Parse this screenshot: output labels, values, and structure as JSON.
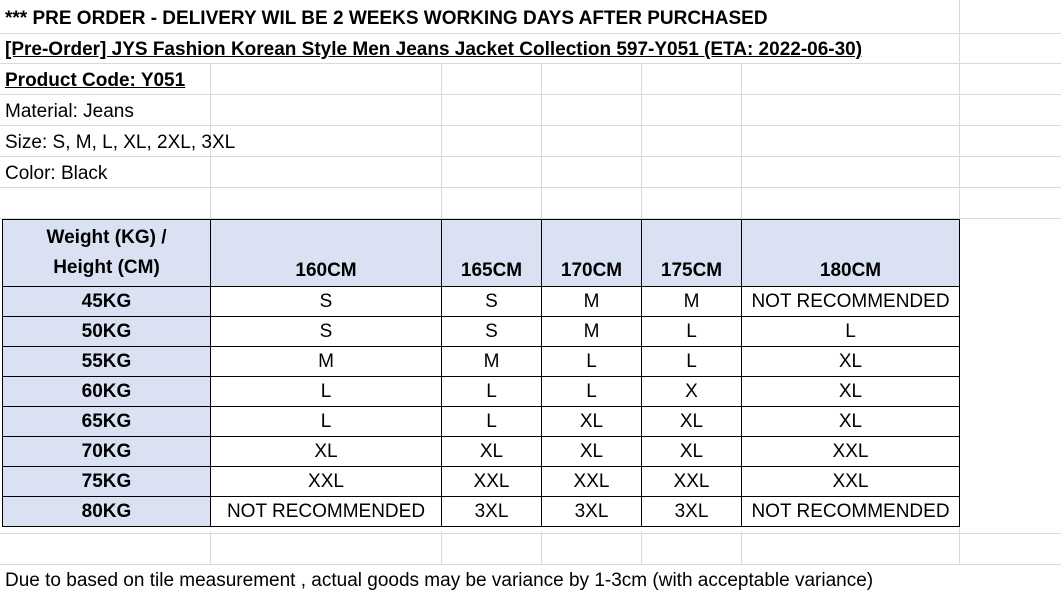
{
  "header": {
    "line1": "*** PRE ORDER - DELIVERY WIL BE 2 WEEKS WORKING DAYS AFTER PURCHASED",
    "line2": "[Pre-Order] JYS Fashion Korean Style Men Jeans Jacket Collection 597-Y051 (ETA: 2022-06-30)"
  },
  "product": {
    "code": "Product Code: Y051",
    "material": "Material: Jeans",
    "size": "Size: S, M, L, XL, 2XL, 3XL",
    "color": "Color: Black"
  },
  "size_table": {
    "corner_line1": "Weight (KG) /",
    "corner_line2": "Height (CM)",
    "heights": [
      "160CM",
      "165CM",
      "170CM",
      "175CM",
      "180CM"
    ],
    "rows": [
      {
        "weight": "45KG",
        "sizes": [
          "S",
          "S",
          "M",
          "M",
          "NOT RECOMMENDED"
        ]
      },
      {
        "weight": "50KG",
        "sizes": [
          "S",
          "S",
          "M",
          "L",
          "L"
        ]
      },
      {
        "weight": "55KG",
        "sizes": [
          "M",
          "M",
          "L",
          "L",
          "XL"
        ]
      },
      {
        "weight": "60KG",
        "sizes": [
          "L",
          "L",
          "L",
          "X",
          "XL"
        ]
      },
      {
        "weight": "65KG",
        "sizes": [
          "L",
          "L",
          "XL",
          "XL",
          "XL"
        ]
      },
      {
        "weight": "70KG",
        "sizes": [
          "XL",
          "XL",
          "XL",
          "XL",
          "XXL"
        ]
      },
      {
        "weight": "75KG",
        "sizes": [
          "XXL",
          "XXL",
          "XXL",
          "XXL",
          "XXL"
        ]
      },
      {
        "weight": "80KG",
        "sizes": [
          "NOT RECOMMENDED",
          "3XL",
          "3XL",
          "3XL",
          "NOT RECOMMENDED"
        ]
      }
    ]
  },
  "footer": {
    "note": "Due to based on tile measurement , actual goods may be variance by 1-3cm (with acceptable variance)"
  },
  "colors": {
    "header_fill": "#d9e1f2",
    "gridline": "#d9d9d9"
  }
}
